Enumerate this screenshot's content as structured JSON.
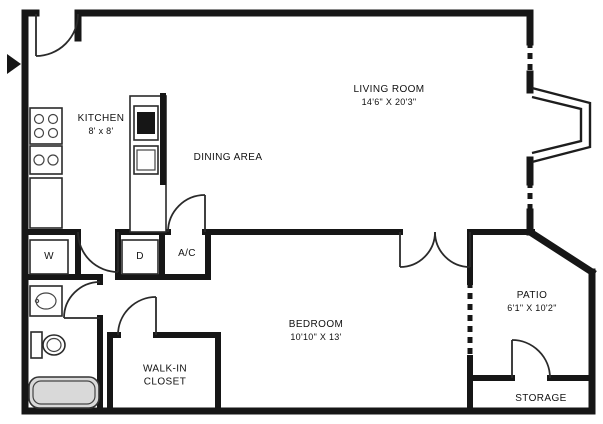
{
  "meta": {
    "title": "Apartment Floor Plan"
  },
  "colors": {
    "wall": "#161616",
    "door": "#2a2a2a",
    "bg": "#ffffff",
    "tub": "#d9d9d9"
  },
  "labels": {
    "kitchen": {
      "line1": "KITCHEN",
      "line2": "8' x 8'"
    },
    "dining": {
      "line1": "DINING AREA"
    },
    "living": {
      "line1": "LIVING ROOM",
      "line2": "14'6\" X 20'3\""
    },
    "bedroom": {
      "line1": "BEDROOM",
      "line2": "10'10\" X 13'"
    },
    "closet": {
      "line1": "WALK-IN",
      "line2": "CLOSET"
    },
    "patio": {
      "line1": "PATIO",
      "line2": "6'1\" X 10'2\""
    },
    "storage": {
      "line1": "STORAGE"
    },
    "washer": {
      "line1": "W"
    },
    "dryer": {
      "line1": "D"
    },
    "ac": {
      "line1": "A/C"
    }
  },
  "fixtures": [
    "entry-door",
    "stove",
    "kitchen-sink",
    "refrigerator",
    "oven-column",
    "washer",
    "dryer",
    "ac-closet",
    "bathroom-sink",
    "toilet",
    "bathtub",
    "bedroom-double-door",
    "patio-sliding-door",
    "bay-window",
    "windows",
    "storage-door",
    "closet-door",
    "bathroom-door"
  ]
}
